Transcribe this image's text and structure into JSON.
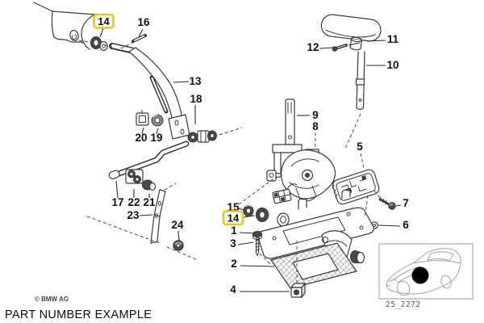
{
  "page": {
    "caption": "PART NUMBER EXAMPLE",
    "copyright": "© BMW AG",
    "inset": {
      "code": "25_2272"
    },
    "highlight": {
      "color": "#F2C319",
      "highlighted_part": "14"
    },
    "ink_color": "#3a3a3a",
    "callouts": {
      "n14_top": "14",
      "n16": "16",
      "n13": "13",
      "n18": "18",
      "n20": "20",
      "n19": "19",
      "n17": "17",
      "n22": "22",
      "n21": "21",
      "n23": "23",
      "n24": "24",
      "n12": "12",
      "n11": "11",
      "n10": "10",
      "n9": "9",
      "n8": "8",
      "n5": "5",
      "n7": "7",
      "n6": "6",
      "n15": "15",
      "n14_right": "14",
      "n1": "1",
      "n3": "3",
      "n2": "2",
      "n4": "4"
    }
  }
}
